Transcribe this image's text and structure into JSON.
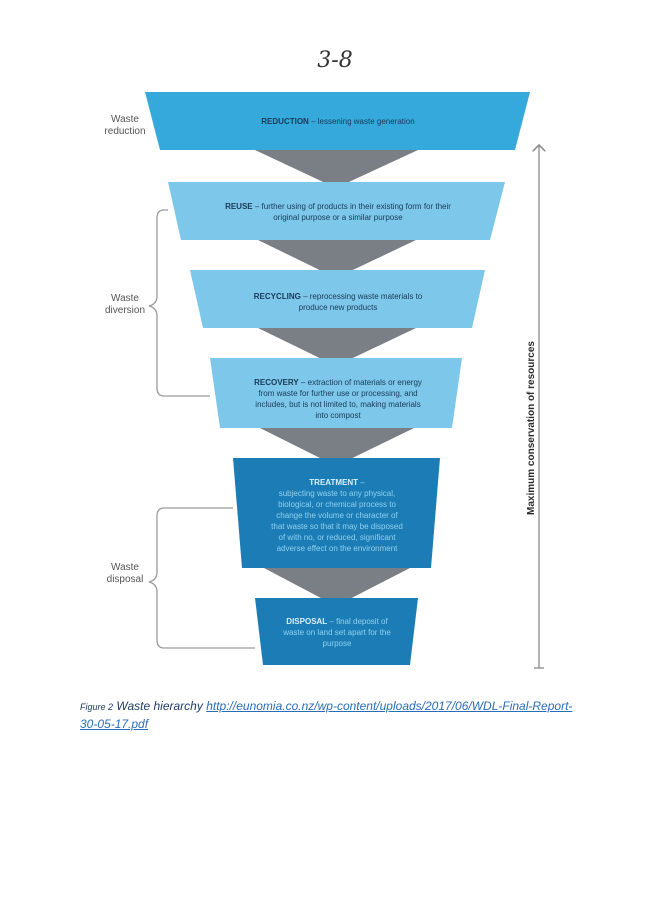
{
  "page_number": "3-8",
  "levels": [
    {
      "name": "REDUCTION",
      "desc": " – lessening waste generation",
      "lines": [
        "REDUCTION – lessening waste generation"
      ]
    },
    {
      "name": "REUSE",
      "lines": [
        "REUSE – further using of products in their existing form for their",
        "original purpose or a similar purpose"
      ]
    },
    {
      "name": "RECYCLING",
      "lines": [
        "RECYCLING – reprocessing waste materials to",
        "produce new products"
      ]
    },
    {
      "name": "RECOVERY",
      "lines": [
        "RECOVERY – extraction of materials or energy",
        "from waste for further use or processing, and",
        "includes, but is not limited to, making materials",
        "into compost"
      ]
    },
    {
      "name": "TREATMENT",
      "lines": [
        "TREATMENT –",
        "subjecting waste to any physical,",
        "biological, or chemical process to",
        "change the volume or character of",
        "that waste so that it may be disposed",
        "of with no, or reduced, significant",
        "adverse effect on the environment"
      ]
    },
    {
      "name": "DISPOSAL",
      "lines": [
        "DISPOSAL – final deposit of",
        "waste on land set apart for the",
        "purpose"
      ]
    }
  ],
  "groups": {
    "reduction": [
      "Waste",
      "reduction"
    ],
    "diversion": [
      "Waste",
      "diversion"
    ],
    "disposal": [
      "Waste",
      "disposal"
    ]
  },
  "axis_label": "Maximum conservation of resources",
  "caption": {
    "figure_number": "Figure 2",
    "title": "Waste hierarchy",
    "link": "http://eunomia.co.nz/wp-content/uploads/2017/06/WDL-Final-Report-30-05-17.pdf"
  },
  "colors": {
    "reduction": "#35a9dc",
    "reuse": "#7cc7ea",
    "recycling": "#7cc7ea",
    "recovery": "#7cc7ea",
    "treatment": "#1c7db6",
    "disposal": "#1c7db6",
    "triangle": "#7a7f86",
    "bracket": "#9a9a9a",
    "text_dark": "#1b3a57",
    "text_light": "#8fd0ee"
  }
}
